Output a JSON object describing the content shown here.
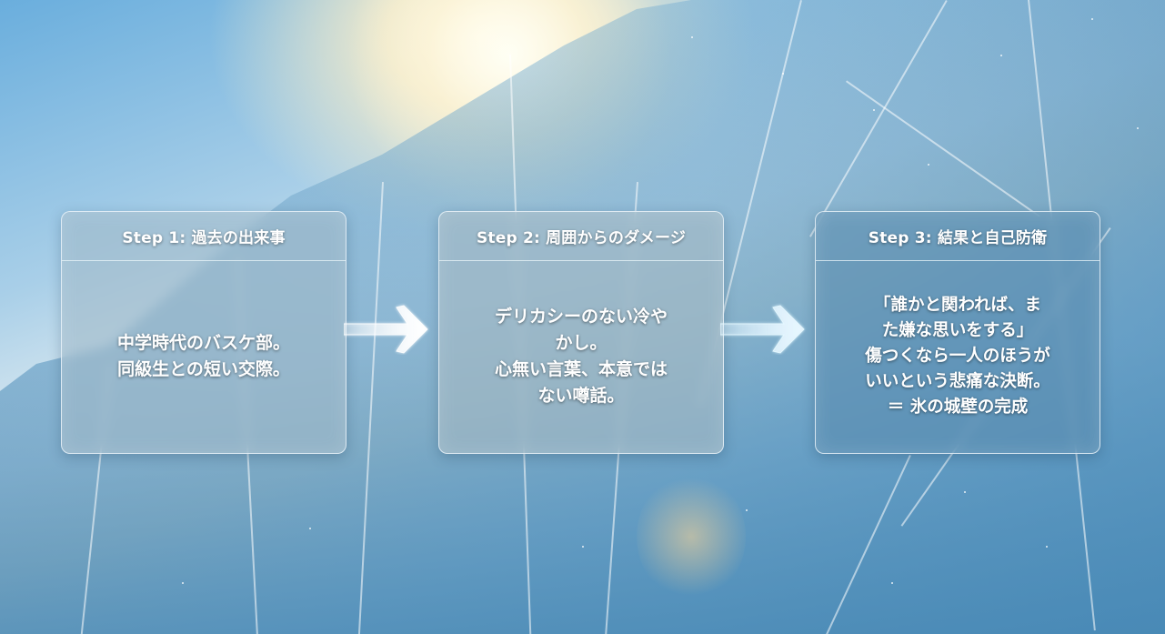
{
  "background": {
    "scene": "ice-wall-under-sunlight",
    "colors": {
      "sky": "#6aaedd",
      "sun": "#fff6dc",
      "ice": "#5e97bb",
      "crack": "#ffffff"
    }
  },
  "steps": [
    {
      "title": "Step 1: 過去の出来事",
      "lines": [
        "中学時代のバスケ部。",
        "同級生との短い交際。"
      ]
    },
    {
      "title": "Step 2: 周囲からのダメージ",
      "lines": [
        "デリカシーのない冷や",
        "かし。",
        "心無い言葉、本意では",
        "ない噂話。"
      ]
    },
    {
      "title": "Step 3: 結果と自己防衛",
      "lines": [
        "「誰かと関われば、ま",
        "た嫌な思いをする」",
        "傷つくなら一人のほうが",
        "いいという悲痛な決断。",
        "＝ 氷の城壁の完成"
      ]
    }
  ],
  "arrows": [
    {
      "from": "Step 1",
      "to": "Step 2",
      "icon": "arrow-right-icon"
    },
    {
      "from": "Step 2",
      "to": "Step 3",
      "icon": "arrow-right-icon"
    }
  ]
}
